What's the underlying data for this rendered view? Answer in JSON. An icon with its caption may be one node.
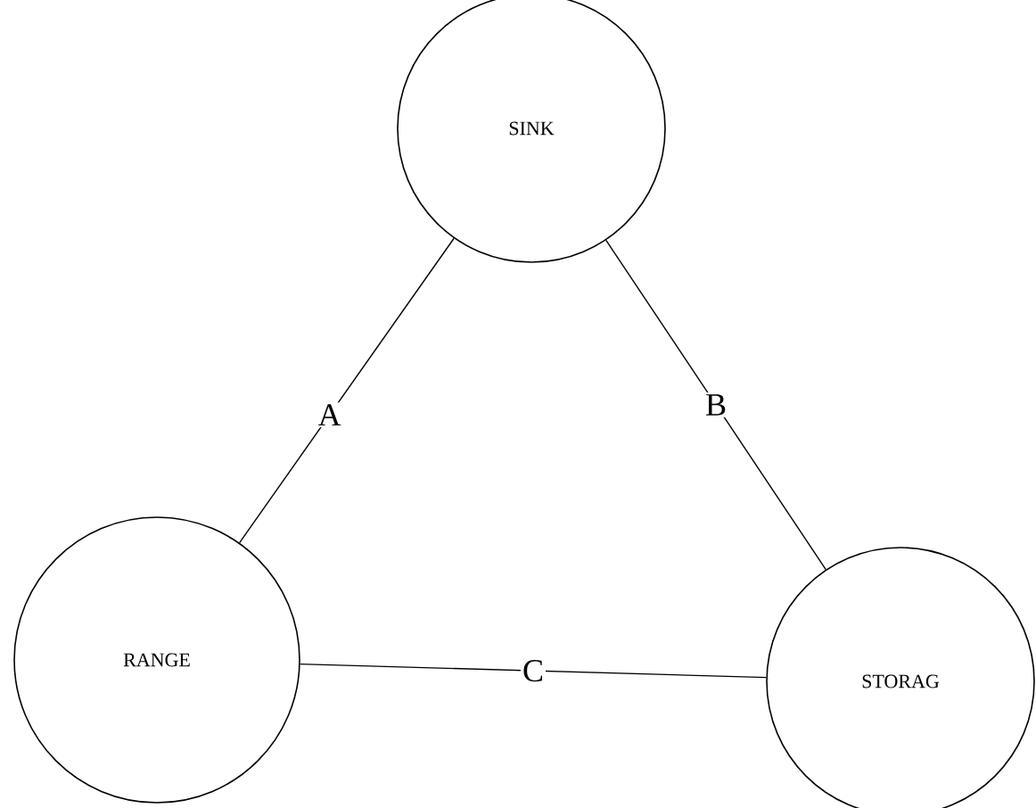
{
  "diagram": {
    "nodes": [
      {
        "text": [
          "SINK"
        ]
      },
      {
        "text": [
          "RANGE"
        ]
      },
      {
        "text": [
          "STORAG"
        ]
      }
    ],
    "edges": [
      {
        "from": 0,
        "to": 1,
        "arrow": "none",
        "label": "A"
      },
      {
        "from": 0,
        "to": 2,
        "arrow": "none",
        "label": "B"
      },
      {
        "from": 1,
        "to": 2,
        "arrow": "none",
        "label": "C"
      }
    ]
  }
}
